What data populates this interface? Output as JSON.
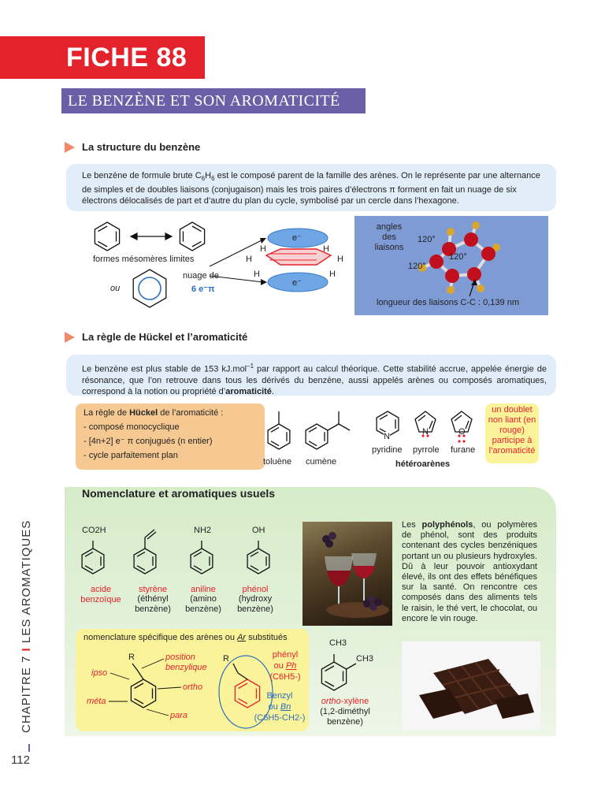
{
  "header": {
    "fiche": "FICHE 88",
    "title": "LE BENZÈNE ET SON AROMATICITÉ"
  },
  "section1": {
    "heading": "La structure du benzène",
    "text_1": "Le benzène de formule brute C",
    "text_sub1": "6",
    "text_2": "H",
    "text_sub2": "6",
    "text_3": " est le composé parent de la famille des arènes. On le représente par une alternance de simples et de doubles liaisons (conjugaison) mais les trois paires d’électrons π forment en fait un nuage de six électrons délocalisés de part et d’autre du plan du cycle, symbolisé par un cercle dans l’hexagone.",
    "mesomeres_label": "formes mésomères limites",
    "ou_label": "ou",
    "nuage_label": "nuage de",
    "nuage_value": "6 e⁻π",
    "electron_label": "e⁻",
    "H": "H"
  },
  "model3d": {
    "angles_label": "angles des liaisons",
    "angle": "120°",
    "longueur_label": "longueur des liaisons C-C : 0,139 nm"
  },
  "section2": {
    "heading": "La règle de Hückel et l’aromaticité",
    "text_1": "Le benzène est plus stable de 153 kJ.mol",
    "text_sup": "–1",
    "text_2": " par rapport au calcul théorique. Cette stabilité accrue, appelée énergie de résonance, que l’on retrouve dans tous les dérivés du benzène, aussi appelés arènes ou composés aromatiques, correspond à la notion ou propriété d’",
    "text_bold": "aromaticité",
    "text_3": "."
  },
  "huckel": {
    "intro_1": "La règle de ",
    "intro_bold": "Hückel",
    "intro_2": " de l’aromaticité :",
    "rules": [
      "- composé monocyclique",
      "- [4n+2] e⁻  π conjugués (n entier)",
      "- cycle parfaitement plan"
    ]
  },
  "compounds_row": {
    "toluene": "toluène",
    "cumene": "cumène",
    "pyridine": "pyridine",
    "pyrrole": "pyrrole",
    "furane": "furane",
    "heteroarenes": "hétéroarènes",
    "N": "N",
    "O": "O"
  },
  "yellow_note": "un doublet non liant (en rouge) participe à l’aromaticité",
  "nomenclature": {
    "heading": "Nomenclature et aromatiques usuels",
    "co2h": "CO2H",
    "nh2": "NH2",
    "oh": "OH",
    "acide": "acide benzoïque",
    "styrene": "styrène",
    "styrene_sub": "(éthényl benzène)",
    "aniline": "aniline",
    "aniline_sub": "(amino benzène)",
    "phenol": "phénol",
    "phenol_sub": "(hydroxy benzène)"
  },
  "polyphenols": {
    "t1": "Les ",
    "bold": "polyphénols",
    "t2": ", ou polymères de phénol, sont des produits contenant des cycles benzéniques portant un ou plusieurs hydroxyles. Dû à leur pouvoir antioxydant élevé, ils ont des effets bénéfiques sur la santé. On rencontre ces composés dans des aliments tels le raisin, le thé vert, le chocolat, ou encore le vin rouge."
  },
  "nomen_box": {
    "title_1": "nomenclature spécifique des arènes ou ",
    "title_ar": "Ar",
    "title_2": " substitués",
    "R": "R",
    "position": "position benzylique",
    "ipso": "ipso",
    "ortho": "ortho",
    "meta": "méta",
    "para": "para",
    "phenyl": "phényl",
    "ou": "ou",
    "ph": "Ph",
    "c6h5": "(C6H5-)",
    "benzyl": "Benzyl",
    "bn": "Bn",
    "c6h5ch2": "(C6H5-CH2-)"
  },
  "xylene": {
    "ch3": "CH3",
    "ortho": "ortho-",
    "name": "xylène",
    "sub": "(1,2-diméthyl benzène)"
  },
  "sidebar": {
    "chapter": "CHAPITRE 7",
    "section": "LES AROMATIQUES",
    "page": "112"
  },
  "colors": {
    "accent_red": "#e3222b",
    "purple": "#6b5fa8",
    "blue_box": "#e1edf9",
    "orange_box": "#f6c993",
    "yellow_box": "#fbf39a",
    "green_panel": "#d6ecc9"
  }
}
